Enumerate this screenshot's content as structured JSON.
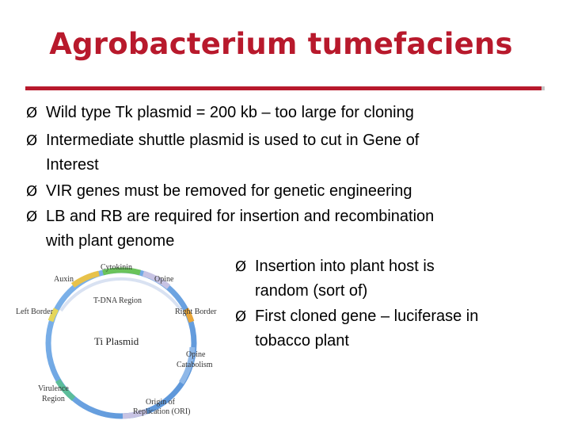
{
  "slide": {
    "title": "Agrobacterium tumefaciens",
    "accent_color": "#b8192c",
    "bullets": [
      {
        "marker": "Ø",
        "lines": [
          "Wild type Tk plasmid = 200 kb – too large for cloning"
        ]
      },
      {
        "marker": "Ø",
        "lines": [
          "Intermediate shuttle plasmid is used to cut in Gene of",
          "Interest"
        ]
      },
      {
        "marker": "Ø",
        "lines": [
          "VIR genes must be removed for genetic engineering"
        ]
      },
      {
        "marker": "Ø",
        "lines": [
          "LB and RB are required for insertion and recombination",
          "with plant genome"
        ]
      }
    ],
    "side_bullets": [
      {
        "marker": "Ø",
        "lines": [
          "Insertion into plant host is",
          "random (sort of)"
        ]
      },
      {
        "marker": "Ø",
        "lines": [
          "First cloned gene – luciferase in",
          "tobacco plant"
        ]
      }
    ]
  },
  "diagram": {
    "center_label": "Ti Plasmid",
    "region_label": "T-DNA Region",
    "labels": {
      "cytokinin": "Cytokinin",
      "auxin": "Auxin",
      "opine": "Opine",
      "left_border": "Left Border",
      "right_border": "Right Border",
      "opine_catabolism_1": "Opine",
      "opine_catabolism_2": "Catabolism",
      "virulence_1": "Virulence",
      "virulence_2": "Region",
      "origin_1": "Origin of",
      "origin_2": "Replication (ORI)"
    }
  }
}
